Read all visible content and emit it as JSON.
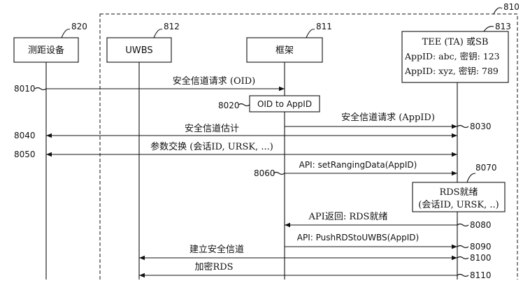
{
  "refs": {
    "system": "810",
    "device": "820",
    "uwbs": "812",
    "framework": "811",
    "tee": "813",
    "s8010": "8010",
    "s8020": "8020",
    "s8030": "8030",
    "s8040": "8040",
    "s8050": "8050",
    "s8060": "8060",
    "s8070": "8070",
    "s8080": "8080",
    "s8090": "8090",
    "s8100": "8100",
    "s8110": "8110"
  },
  "participants": {
    "device": "测距设备",
    "uwbs": "UWBS",
    "framework": "框架",
    "tee_title": "TEE (TA) 或SB",
    "tee_row1": "AppID: abc, 密钥: 123",
    "tee_row2": "AppID: xyz, 密钥: 789"
  },
  "messages": {
    "m8010": "安全信道请求 (OID)",
    "m8020": "OID to AppID",
    "m8030": "安全信道请求 (AppID)",
    "m8040": "安全信道估计",
    "m8050": "参数交换 (会话ID, URSK, ...)",
    "m8060": "API: setRangingData(AppID)",
    "m8070_l1": "RDS就绪",
    "m8070_l2": "(会话ID, URSK, ..)",
    "m8080": "API返回: RDS就绪",
    "m8090": "API: PushRDStoUWBS(AppID)",
    "m8100": "建立安全信道",
    "m8110": "加密RDS"
  }
}
